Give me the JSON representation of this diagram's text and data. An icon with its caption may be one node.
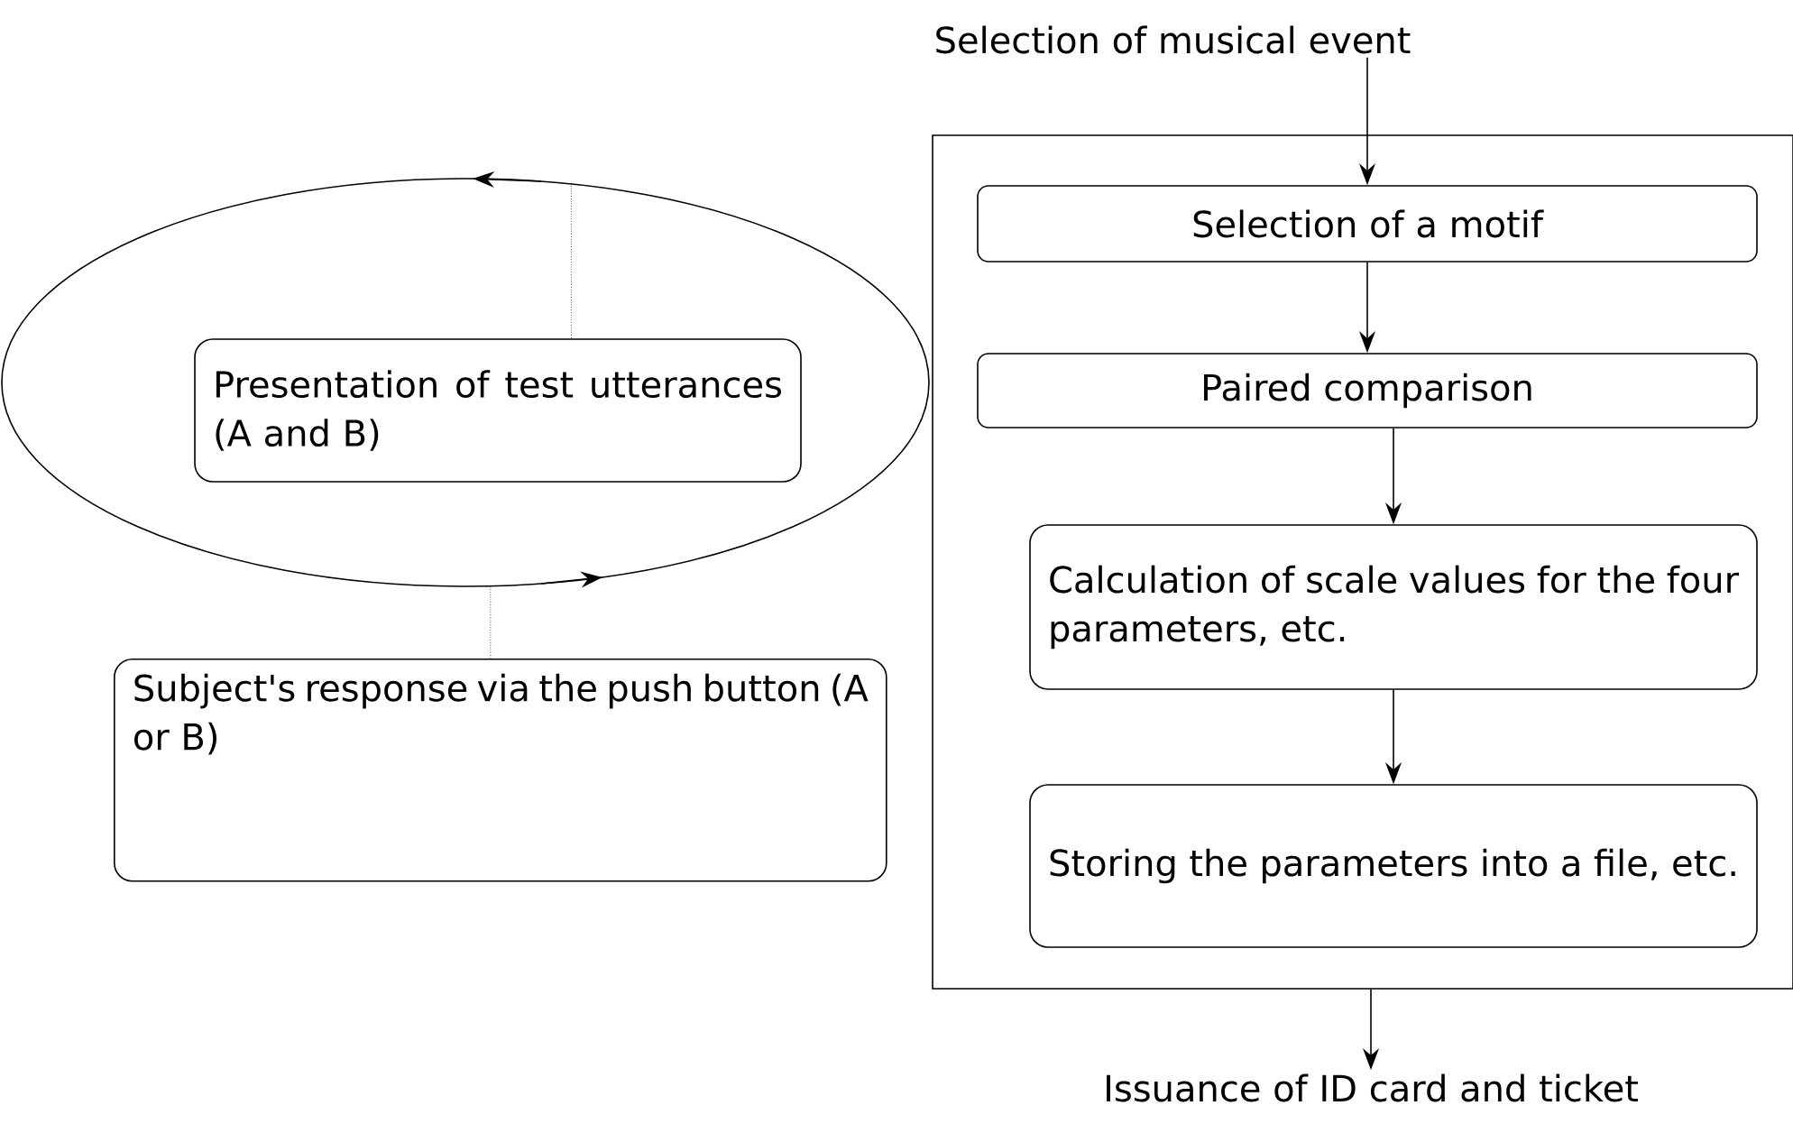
{
  "diagram": {
    "nodes": [
      {
        "text": [
          "Selection of musical event"
        ]
      },
      {
        "text": [],
        "shape": "box"
      },
      {
        "text": [
          "Selection of a motif"
        ],
        "in": 1
      },
      {
        "text": [
          "Paired comparison"
        ],
        "in": 1
      },
      {
        "text": [
          "Calculation of scale values for the four parameters, etc."
        ],
        "in": 1
      },
      {
        "text": [
          "Storing the parameters into a file, etc."
        ],
        "in": 1
      },
      {
        "text": [
          "Issuance of ID card and ticket"
        ]
      },
      {
        "text": [],
        "shape": "ellipse"
      },
      {
        "text": [
          "Presentation of test utterances (A and B)"
        ],
        "in": 7
      },
      {
        "text": [
          "Subject's response via the push button (A or B)"
        ]
      }
    ],
    "edges": [
      {
        "from": 0,
        "to": 2,
        "arrow": "to"
      },
      {
        "from": 2,
        "to": 3,
        "arrow": "to"
      },
      {
        "from": 3,
        "to": 4,
        "arrow": "to"
      },
      {
        "from": 4,
        "to": 5,
        "arrow": "to"
      },
      {
        "from": 1,
        "to": 6,
        "arrow": "to"
      },
      {
        "from": 7,
        "to": 8,
        "arrow": "none",
        "style": "dashed"
      },
      {
        "from": 7,
        "to": 9,
        "arrow": "none",
        "style": "dashed"
      }
    ]
  }
}
